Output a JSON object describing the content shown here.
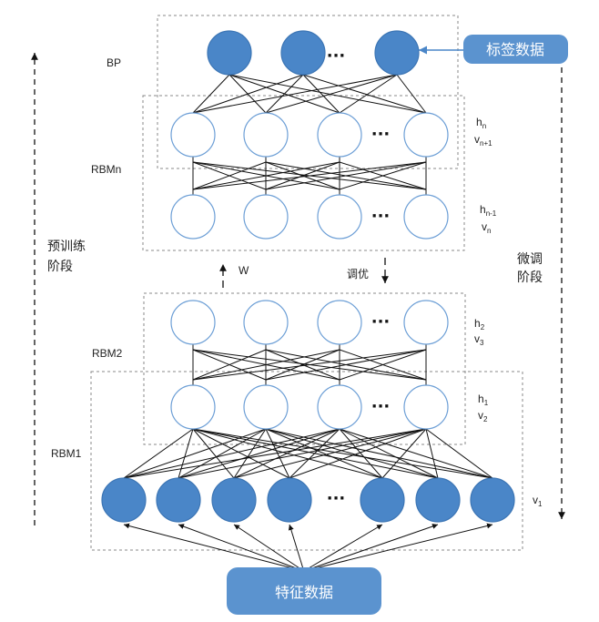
{
  "labels": {
    "bp": "BP",
    "rbmn": "RBMn",
    "rbm2": "RBM2",
    "rbm1": "RBM1",
    "pretrain_1": "预训练",
    "pretrain_2": "阶段",
    "finetune_1": "微调",
    "finetune_2": "阶段",
    "w": "W",
    "tune": "调优",
    "ellipsis": "···"
  },
  "layer_labels": {
    "hn": {
      "base": "h",
      "sub": "n"
    },
    "vn1": {
      "base": "v",
      "sub": "n+1"
    },
    "hn1": {
      "base": "h",
      "sub": "n-1"
    },
    "vn": {
      "base": "v",
      "sub": "n"
    },
    "h2": {
      "base": "h",
      "sub": "2"
    },
    "v3": {
      "base": "v",
      "sub": "3"
    },
    "h1": {
      "base": "h",
      "sub": "1"
    },
    "v2": {
      "base": "v",
      "sub": "2"
    },
    "v1": {
      "base": "v",
      "sub": "1"
    }
  },
  "pills": {
    "label_data": "标签数据",
    "feature_data": "特征数据"
  },
  "colors": {
    "blue_node": "#4a86c8",
    "blue_pill": "#5b93cf",
    "white_node_fill": "#ffffff",
    "white_node_stroke": "#6d9fd6",
    "line": "#111111",
    "dashed_box": "#888888"
  }
}
